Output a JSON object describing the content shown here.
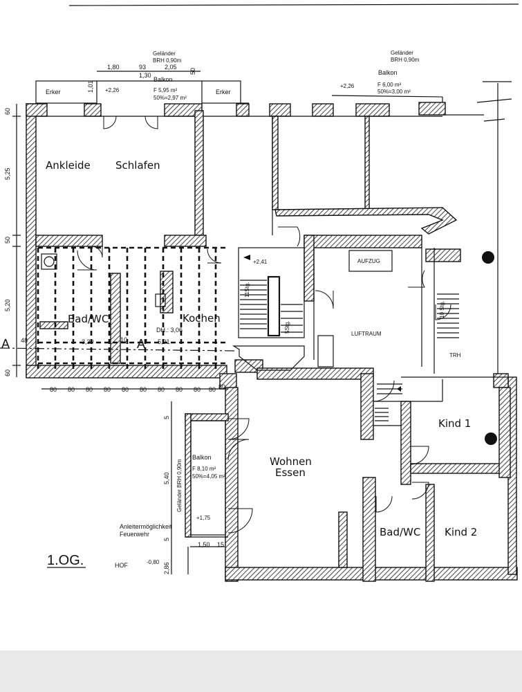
{
  "rooms": {
    "ankleide": "Ankleide",
    "schlafen": "Schlafen",
    "bad1": "Bad/WC",
    "kochen": "Kochen",
    "dh": "DH.: 3,06",
    "wohnen": "Wohnen",
    "essen": "Essen",
    "kind1": "Kind 1",
    "kind2": "Kind 2",
    "bad2": "Bad/WC",
    "luftraum": "LUFTRAUM",
    "aufzug": "AUFZUG",
    "trh": "TRH",
    "erker_left": "Erker",
    "erker_right": "Erker"
  },
  "balcony_top_left": {
    "title": "Balkon",
    "railing": "Geländer",
    "brh": "BRH 0,90m",
    "area": "F 5,95 m²",
    "area50": "50%=2,97 m²",
    "level": "+2,26"
  },
  "balcony_top_right": {
    "title": "Balkon",
    "railing": "Geländer",
    "brh": "BRH 0,90m",
    "area": "F 6,00 m²",
    "area50": "50%=3,00 m²",
    "level": "+2,26"
  },
  "balcony_court": {
    "title": "Balkon",
    "area": "F 8,10 m²",
    "area50": "50%=4,05 m²",
    "railing": "Geländer BRH 0,90m",
    "level": "+1,75"
  },
  "levels": {
    "stair": "+2,41",
    "hof_level": "-0,80"
  },
  "stairs": {
    "left_up": "11Stg.",
    "left_down": "5Stg.",
    "right": "10 Stg."
  },
  "labels": {
    "hof": "HOF",
    "floor": "1.OG.",
    "ladder1": "Anleitermöglichkeit",
    "ladder2": "Feuerwehr",
    "section_a": "A",
    "section_a2": "A'"
  },
  "dims": {
    "top": [
      "1,80",
      "93",
      "2,05",
      "1,30",
      "1,01",
      "50"
    ],
    "left": [
      "60",
      "5,25",
      "50",
      "5,20",
      "60"
    ],
    "mid": [
      "48",
      "3,30",
      "10",
      "5,01"
    ],
    "bottom": [
      "80",
      "80",
      "80",
      "80",
      "80",
      "80",
      "80",
      "80",
      "80",
      "80",
      "80"
    ],
    "court": [
      "5",
      "5,40",
      "5",
      "2,86",
      "1,50",
      "15"
    ]
  }
}
